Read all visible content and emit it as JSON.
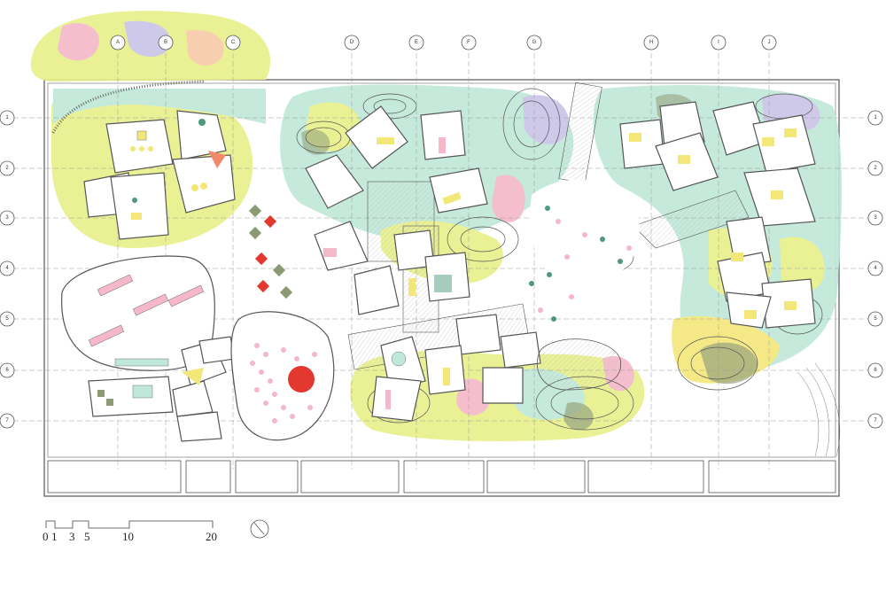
{
  "grid": {
    "columns": [
      "A",
      "B",
      "C",
      "D",
      "E",
      "F",
      "G",
      "H",
      "I",
      "J"
    ],
    "rows": [
      "1",
      "2",
      "3",
      "4",
      "5",
      "6",
      "7"
    ]
  },
  "scale_bar": {
    "labels": [
      "0",
      "1",
      "3",
      "5",
      "10",
      "20"
    ]
  },
  "north_arrow": {
    "icon": "north-arrow-icon"
  },
  "colors": {
    "mint": "#bfe8d8",
    "lime": "#e8f08a",
    "pink": "#f5b8c8",
    "lavender": "#c9c4e6",
    "peach": "#f7c9a8",
    "yellow": "#f3e77a",
    "olive": "#8b9a72",
    "red": "#e2382f",
    "wall": "#555555"
  }
}
